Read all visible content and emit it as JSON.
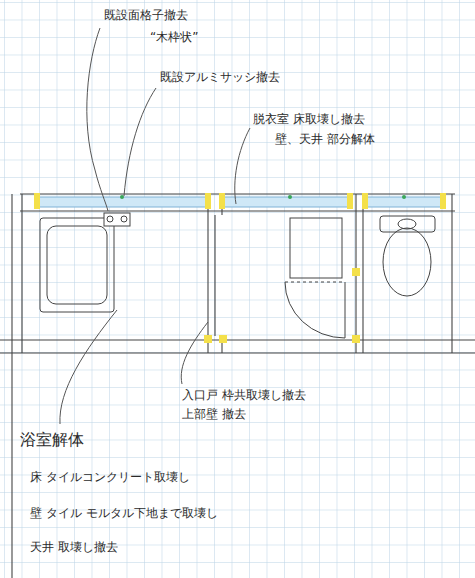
{
  "diagram": {
    "labels": [
      "既設面格子撤去",
      "“木枠状”",
      "既設アルミサッシ撤去",
      "脱衣室 床取壊し撤去",
      "壁、天井 部分解体",
      "入口戸 枠共取壊し撤去",
      "上部壁 撤去",
      "浴室解体",
      "床 タイルコンクリート取壊し",
      "壁 タイル モルタル下地まで取壊し",
      "天井 取壊し撤去"
    ]
  }
}
